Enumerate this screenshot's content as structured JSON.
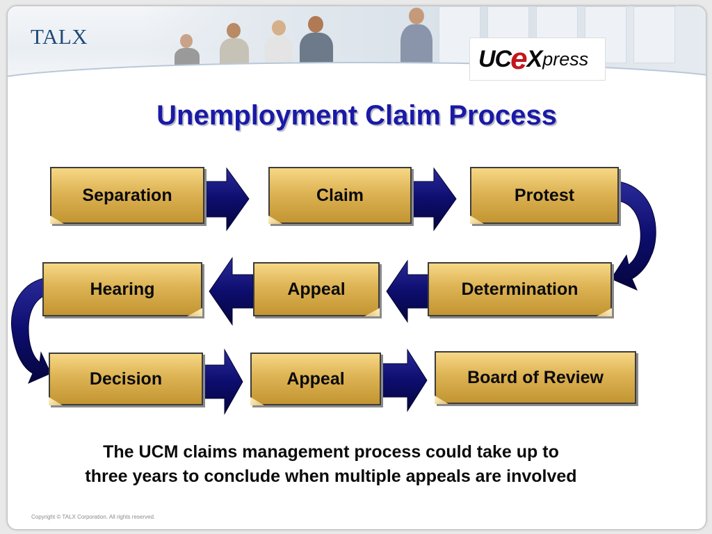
{
  "header": {
    "company_logo": "TALX",
    "product_logo": {
      "part1": "UC",
      "part2": "e",
      "part3": "X",
      "part4": "press"
    }
  },
  "title": "Unemployment Claim Process",
  "steps": {
    "row1": [
      "Separation",
      "Claim",
      "Protest"
    ],
    "row2": [
      "Hearing",
      "Appeal",
      "Determination"
    ],
    "row3": [
      "Decision",
      "Appeal",
      "Board of Review"
    ]
  },
  "note": {
    "line1": "The UCM claims management process could take up to",
    "line2": "three years to conclude when multiple appeals are involved"
  },
  "footer": {
    "copyright": "Copyright © TALX Corporation. All rights reserved."
  },
  "colors": {
    "title": "#1a1aa6",
    "arrow": "#0d0d6e",
    "box_gold": "#ddb354",
    "talx_blue": "#1f4a78",
    "e_red": "#c4161c"
  },
  "icons": [
    "arrow-right-icon",
    "arrow-left-icon",
    "curved-arrow-icon"
  ]
}
